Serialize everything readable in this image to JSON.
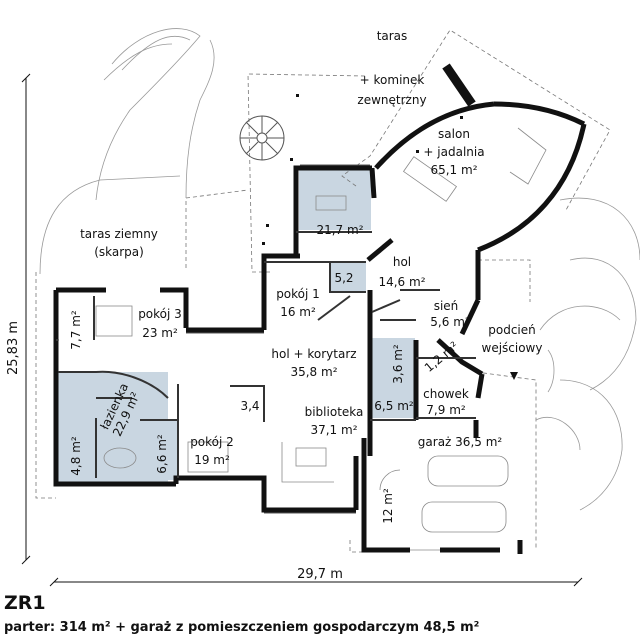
{
  "plan": {
    "labels": {
      "taras_kominek": [
        "taras",
        "+ kominek",
        "zewnętrzny"
      ],
      "salon": [
        "salon",
        "+ jadalnia",
        "65,1 m²"
      ],
      "taras_ziemny": [
        "taras ziemny",
        "(skarpa)"
      ],
      "kuchnia": "21,7 m²",
      "hol": [
        "hol",
        "14,6 m²"
      ],
      "pokoj1": [
        "pokój 1",
        "16 m²"
      ],
      "wc1": "5,2",
      "sien": [
        "sień",
        "5,6 m²"
      ],
      "podcien": [
        "podcień",
        "wejściowy"
      ],
      "pokoj3": [
        "pokój 3",
        "23 m²"
      ],
      "garderoba3": "7,7 m²",
      "hol_korytarz": [
        "hol + korytarz",
        "35,8 m²"
      ],
      "schowek_small": "1,2 m²",
      "spizarnia": "3,6 m²",
      "chowek": [
        "chowek",
        "7,9 m²"
      ],
      "lazienka": [
        "łazienka",
        "22,9 m²"
      ],
      "wc2": "3,4",
      "biblioteka": [
        "biblioteka",
        "37,1 m²"
      ],
      "kotlownia": "6,5 m²",
      "garderoba_laz": "4,8 m²",
      "lazienka2": "6,6 m²",
      "pokoj2": [
        "pokój 2",
        "19 m²"
      ],
      "garaz": "garaż 36,5 m²",
      "pom_gosp": "12 m²"
    },
    "dimensions": {
      "height": "25,83 m",
      "width": "29,7 m"
    },
    "colors": {
      "wall": "#111111",
      "wet_room": "#c9d6e1",
      "line": "#777777"
    }
  },
  "footer": {
    "code": "ZR1",
    "summary": "parter: 314 m² + garaż z pomieszczeniem gospodarczym 48,5 m²"
  }
}
